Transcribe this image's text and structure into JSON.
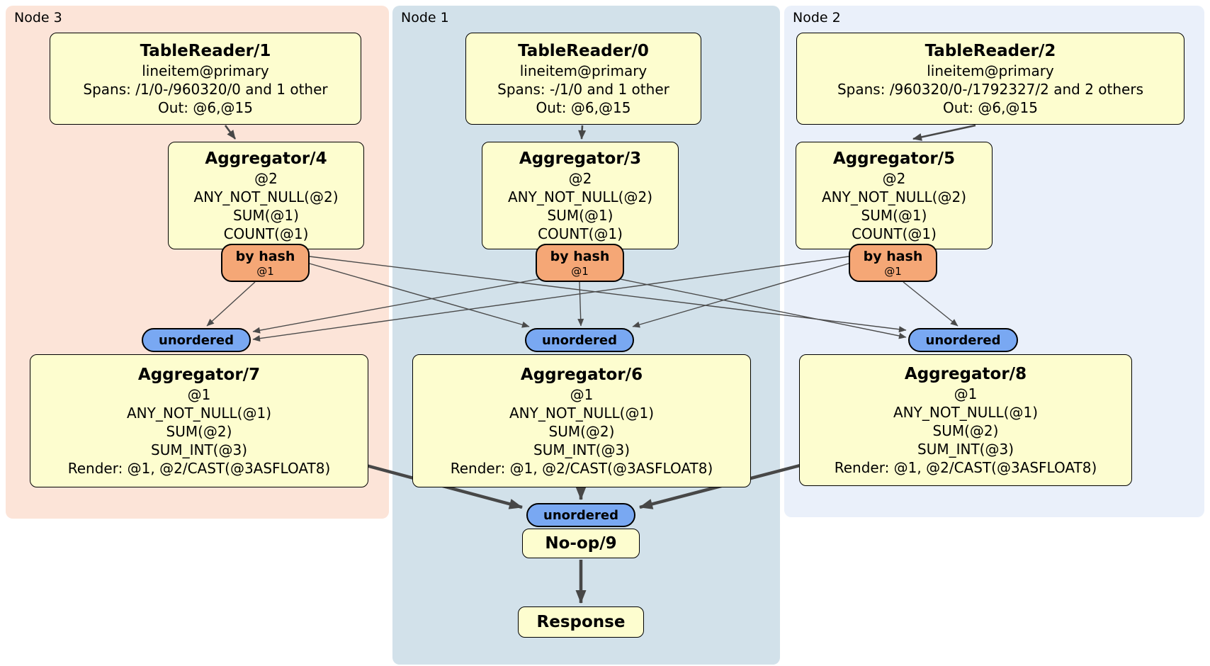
{
  "regions": {
    "node3": {
      "label": "Node 3",
      "bg": "#fce4d8"
    },
    "node1": {
      "label": "Node 1",
      "bg": "#d2e1ea"
    },
    "node2": {
      "label": "Node 2",
      "bg": "#eaf0fa"
    }
  },
  "colors": {
    "processor_fill": "#fdfdcf",
    "router_fill": "#f5a776",
    "stream_fill": "#79a8f2",
    "border": "#000000",
    "edge": "#4a4a4a"
  },
  "nodes": {
    "tr1": {
      "title": "TableReader/1",
      "lines": [
        "lineitem@primary",
        "Spans: /1/0-/960320/0 and 1 other",
        "Out: @6,@15"
      ]
    },
    "tr0": {
      "title": "TableReader/0",
      "lines": [
        "lineitem@primary",
        "Spans: -/1/0 and 1 other",
        "Out: @6,@15"
      ]
    },
    "tr2": {
      "title": "TableReader/2",
      "lines": [
        "lineitem@primary",
        "Spans: /960320/0-/1792327/2 and 2 others",
        "Out: @6,@15"
      ]
    },
    "agg4": {
      "title": "Aggregator/4",
      "lines": [
        "@2",
        "ANY_NOT_NULL(@2)",
        "SUM(@1)",
        "COUNT(@1)"
      ]
    },
    "agg3": {
      "title": "Aggregator/3",
      "lines": [
        "@2",
        "ANY_NOT_NULL(@2)",
        "SUM(@1)",
        "COUNT(@1)"
      ]
    },
    "agg5": {
      "title": "Aggregator/5",
      "lines": [
        "@2",
        "ANY_NOT_NULL(@2)",
        "SUM(@1)",
        "COUNT(@1)"
      ]
    },
    "agg7": {
      "title": "Aggregator/7",
      "lines": [
        "@1",
        "ANY_NOT_NULL(@1)",
        "SUM(@2)",
        "SUM_INT(@3)",
        "Render: @1, @2/CAST(@3ASFLOAT8)"
      ]
    },
    "agg6": {
      "title": "Aggregator/6",
      "lines": [
        "@1",
        "ANY_NOT_NULL(@1)",
        "SUM(@2)",
        "SUM_INT(@3)",
        "Render: @1, @2/CAST(@3ASFLOAT8)"
      ]
    },
    "agg8": {
      "title": "Aggregator/8",
      "lines": [
        "@1",
        "ANY_NOT_NULL(@1)",
        "SUM(@2)",
        "SUM_INT(@3)",
        "Render: @1, @2/CAST(@3ASFLOAT8)"
      ]
    },
    "noop": {
      "title": "No-op/9"
    },
    "response": {
      "title": "Response"
    }
  },
  "routers": {
    "r4": {
      "label": "by hash",
      "sub": "@1"
    },
    "r3": {
      "label": "by hash",
      "sub": "@1"
    },
    "r5": {
      "label": "by hash",
      "sub": "@1"
    }
  },
  "streams": {
    "left": {
      "label": "unordered"
    },
    "middle": {
      "label": "unordered"
    },
    "right": {
      "label": "unordered"
    },
    "final": {
      "label": "unordered"
    }
  },
  "topology": [
    [
      "TableReader/1",
      "Aggregator/4"
    ],
    [
      "TableReader/0",
      "Aggregator/3"
    ],
    [
      "TableReader/2",
      "Aggregator/5"
    ],
    [
      "Aggregator/4 by hash @1",
      "unordered -> Aggregator/7"
    ],
    [
      "Aggregator/4 by hash @1",
      "unordered -> Aggregator/6"
    ],
    [
      "Aggregator/4 by hash @1",
      "unordered -> Aggregator/8"
    ],
    [
      "Aggregator/3 by hash @1",
      "unordered -> Aggregator/7"
    ],
    [
      "Aggregator/3 by hash @1",
      "unordered -> Aggregator/6"
    ],
    [
      "Aggregator/3 by hash @1",
      "unordered -> Aggregator/8"
    ],
    [
      "Aggregator/5 by hash @1",
      "unordered -> Aggregator/7"
    ],
    [
      "Aggregator/5 by hash @1",
      "unordered -> Aggregator/6"
    ],
    [
      "Aggregator/5 by hash @1",
      "unordered -> Aggregator/8"
    ],
    [
      "Aggregator/7",
      "unordered -> No-op/9"
    ],
    [
      "Aggregator/6",
      "unordered -> No-op/9"
    ],
    [
      "Aggregator/8",
      "unordered -> No-op/9"
    ],
    [
      "No-op/9",
      "Response"
    ]
  ]
}
